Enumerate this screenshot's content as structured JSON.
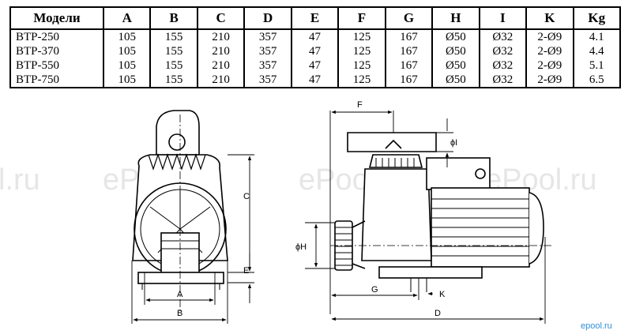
{
  "table": {
    "headers": [
      "Модели",
      "A",
      "B",
      "C",
      "D",
      "E",
      "F",
      "G",
      "H",
      "I",
      "K",
      "Kg"
    ],
    "rows": [
      [
        "BTP-250",
        "105",
        "155",
        "210",
        "357",
        "47",
        "125",
        "167",
        "Ø50",
        "Ø32",
        "2-Ø9",
        "4.1"
      ],
      [
        "BTP-370",
        "105",
        "155",
        "210",
        "357",
        "47",
        "125",
        "167",
        "Ø50",
        "Ø32",
        "2-Ø9",
        "4.4"
      ],
      [
        "BTP-550",
        "105",
        "155",
        "210",
        "357",
        "47",
        "125",
        "167",
        "Ø50",
        "Ø32",
        "2-Ø9",
        "5.1"
      ],
      [
        "BTP-750",
        "105",
        "155",
        "210",
        "357",
        "47",
        "125",
        "167",
        "Ø50",
        "Ø32",
        "2-Ø9",
        "6.5"
      ]
    ]
  },
  "drawing": {
    "dim_labels": {
      "A": "A",
      "B": "B",
      "C": "C",
      "D": "D",
      "E": "E",
      "F": "F",
      "G": "G",
      "H": "ϕH",
      "I": "ϕI",
      "K": "K"
    }
  },
  "watermarks": {
    "left": "l.ru",
    "main": "ePool.ru",
    "corner": "epool.ru"
  },
  "colors": {
    "line": "#000000",
    "watermark": "#e6e6e6",
    "corner_watermark": "#2f8fd8"
  }
}
